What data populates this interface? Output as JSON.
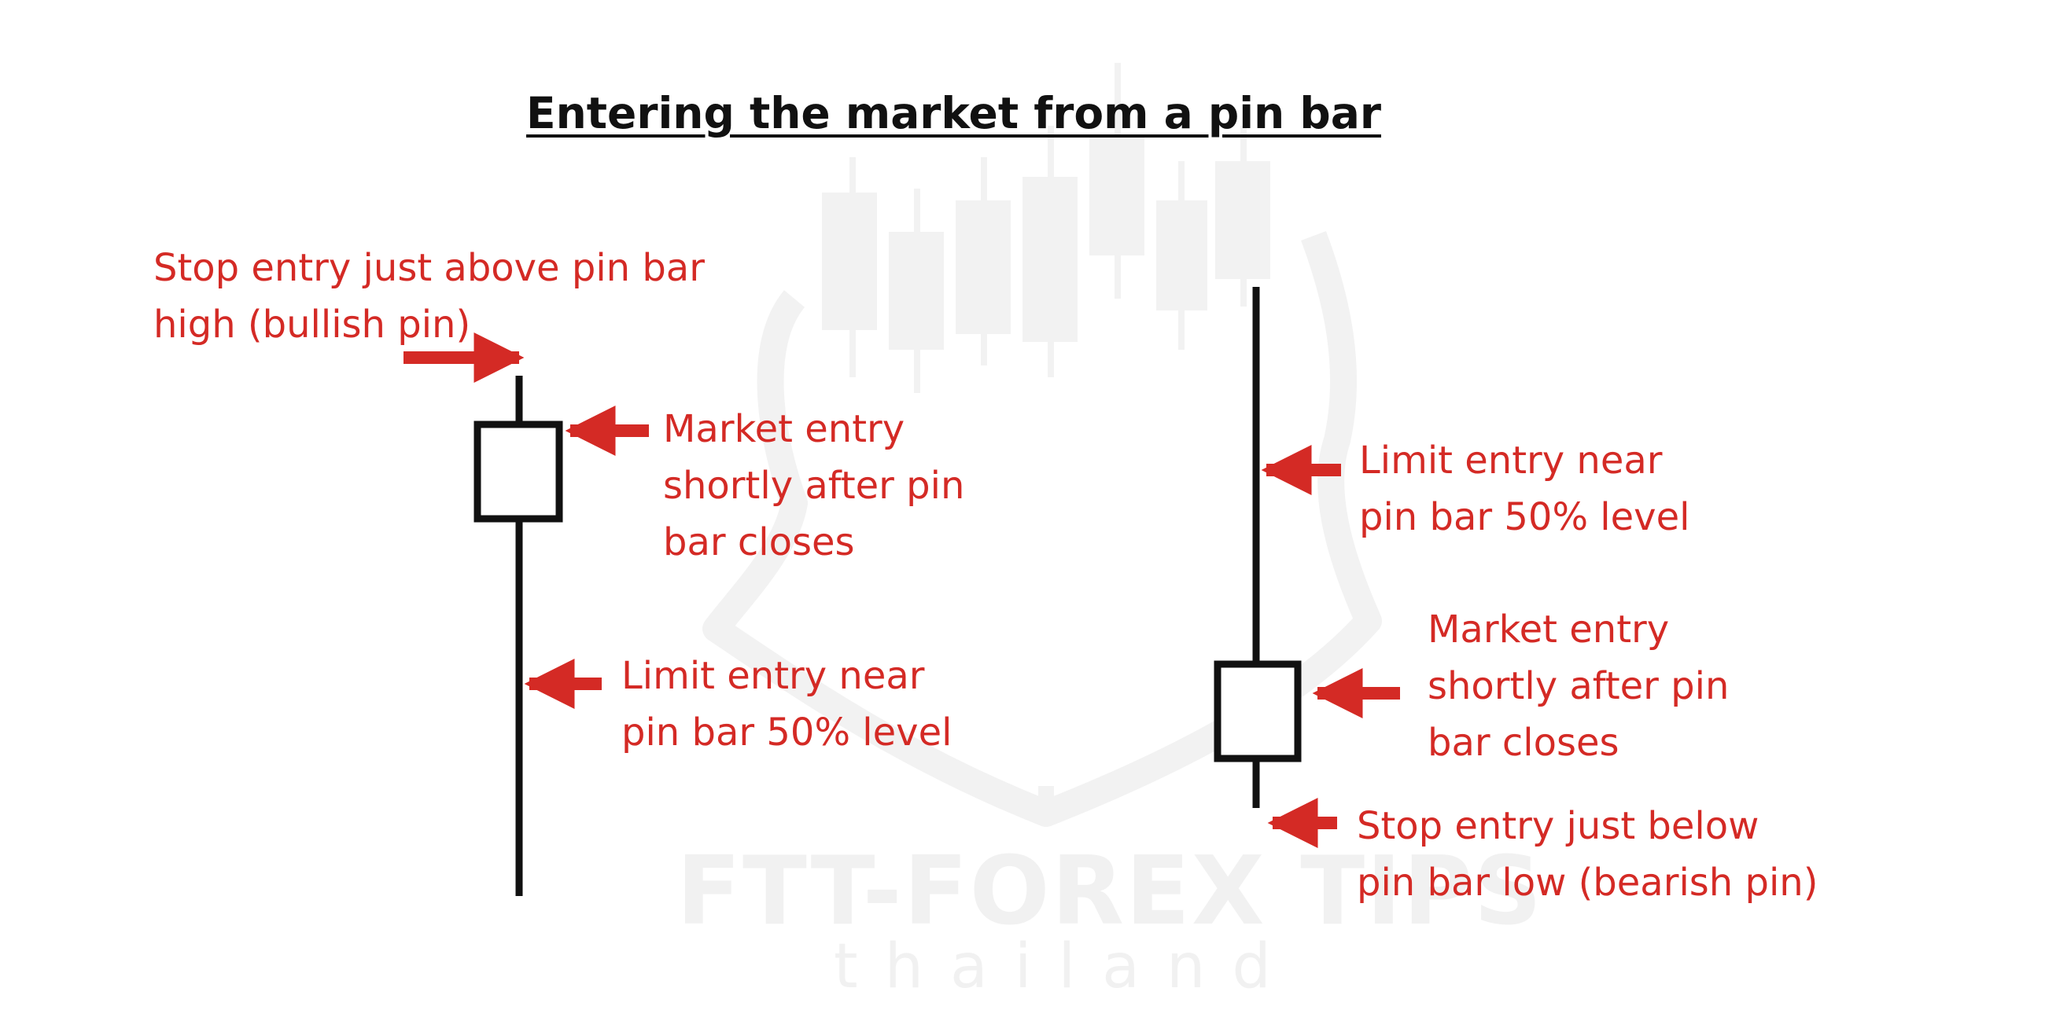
{
  "title": "Entering the market from a pin bar",
  "colors": {
    "annotation": "#d42a25",
    "candle": "#111111",
    "watermark": "#f1f1f1"
  },
  "bullish_pin": {
    "stop_entry_label": [
      "Stop entry just above pin bar",
      "high (bullish pin)"
    ],
    "market_entry_label": [
      "Market entry",
      "shortly after pin",
      "bar closes"
    ],
    "limit_entry_label": [
      "Limit entry near",
      "pin bar 50% level"
    ]
  },
  "bearish_pin": {
    "limit_entry_label": [
      "Limit entry near",
      "pin bar 50% level"
    ],
    "market_entry_label": [
      "Market entry",
      "shortly after pin",
      "bar closes"
    ],
    "stop_entry_label": [
      "Stop entry just below",
      "pin bar low (bearish pin)"
    ]
  },
  "watermark": {
    "brand": "FTT-FOREX TIPS",
    "sub": "thailand",
    "icon": "bull-candlestick-logo"
  }
}
